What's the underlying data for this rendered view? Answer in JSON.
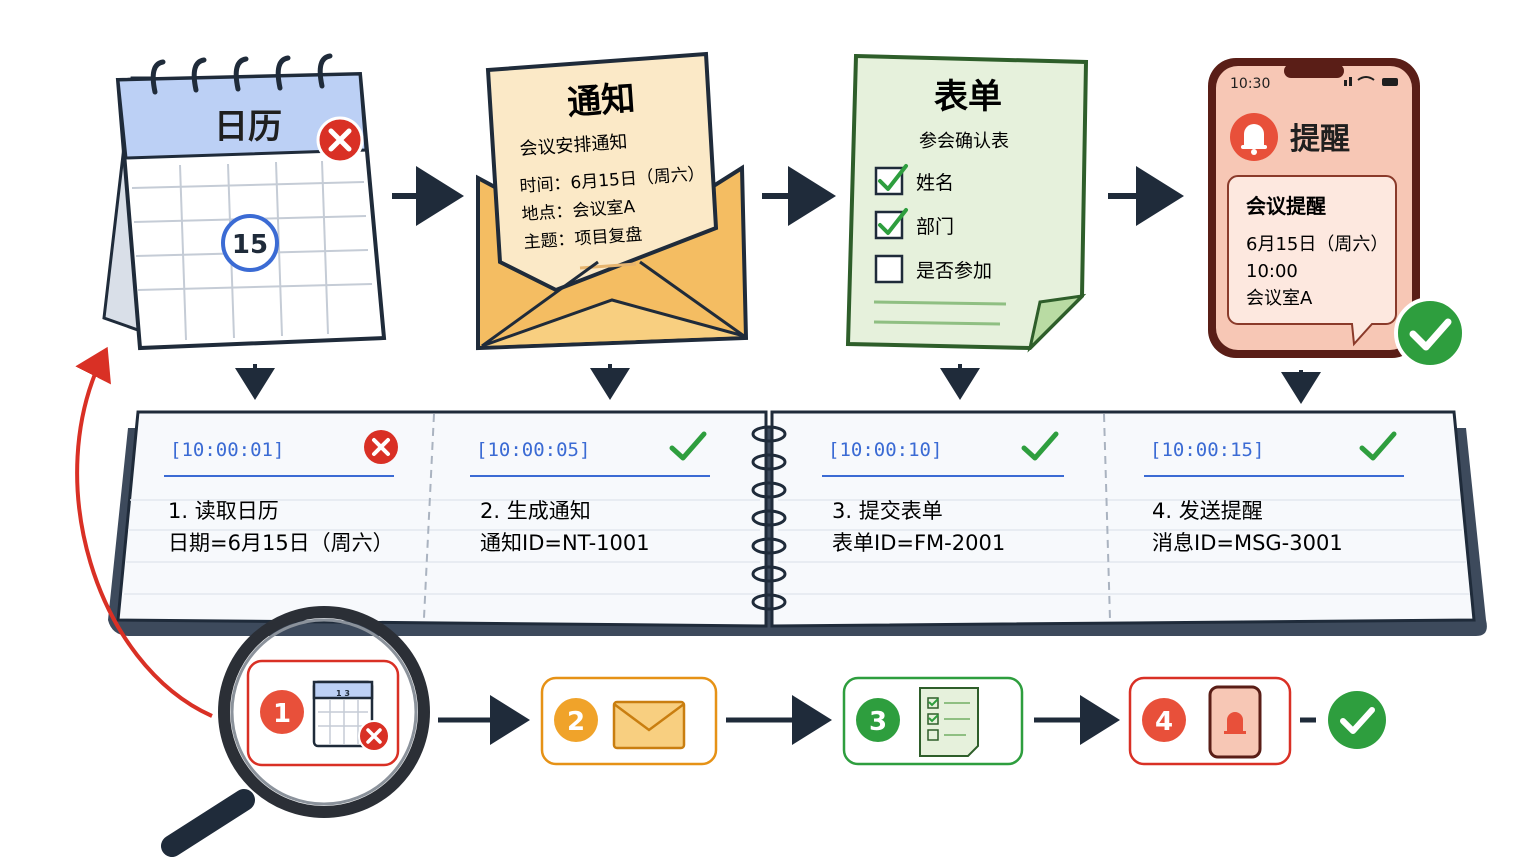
{
  "colors": {
    "ink": "#1f2b3a",
    "blue": "#3b6bd4",
    "red": "#d93025",
    "green": "#2e9e3e",
    "orange": "#e69216",
    "paper_note": "#fbe9c7",
    "paper_form": "#e6f1dc",
    "phone_bg": "#f7c7b5"
  },
  "calendar": {
    "title": "日历",
    "day": "15",
    "status_icon": "error-x-icon"
  },
  "notice": {
    "title": "通知",
    "subtitle": "会议安排通知",
    "line1": "时间：6月15日（周六）",
    "line2": "地点：会议室A",
    "line3": "主题：项目复盘"
  },
  "form": {
    "title": "表单",
    "subtitle": "参会确认表",
    "fields": [
      {
        "label": "姓名",
        "checked": true
      },
      {
        "label": "部门",
        "checked": true
      },
      {
        "label": "是否参加",
        "checked": false
      }
    ]
  },
  "phone": {
    "time": "10:30",
    "title": "提醒",
    "bubble_title": "会议提醒",
    "line1": "6月15日（周六）",
    "line2": "10:00",
    "line3": "会议室A",
    "status_icon": "success-check-icon"
  },
  "log": [
    {
      "time": "[10:00:01]",
      "step": "1. 读取日历",
      "detail": "日期=6月15日（周六）",
      "status": "error"
    },
    {
      "time": "[10:00:05]",
      "step": "2. 生成通知",
      "detail": "通知ID=NT-1001",
      "status": "ok"
    },
    {
      "time": "[10:00:10]",
      "step": "3. 提交表单",
      "detail": "表单ID=FM-2001",
      "status": "ok"
    },
    {
      "time": "[10:00:15]",
      "step": "4. 发送提醒",
      "detail": "消息ID=MSG-3001",
      "status": "ok"
    }
  ],
  "steps": [
    {
      "num": "1",
      "icon": "calendar-icon",
      "mini_label": "1 3"
    },
    {
      "num": "2",
      "icon": "envelope-icon"
    },
    {
      "num": "3",
      "icon": "checklist-icon"
    },
    {
      "num": "4",
      "icon": "phone-bell-icon"
    }
  ]
}
